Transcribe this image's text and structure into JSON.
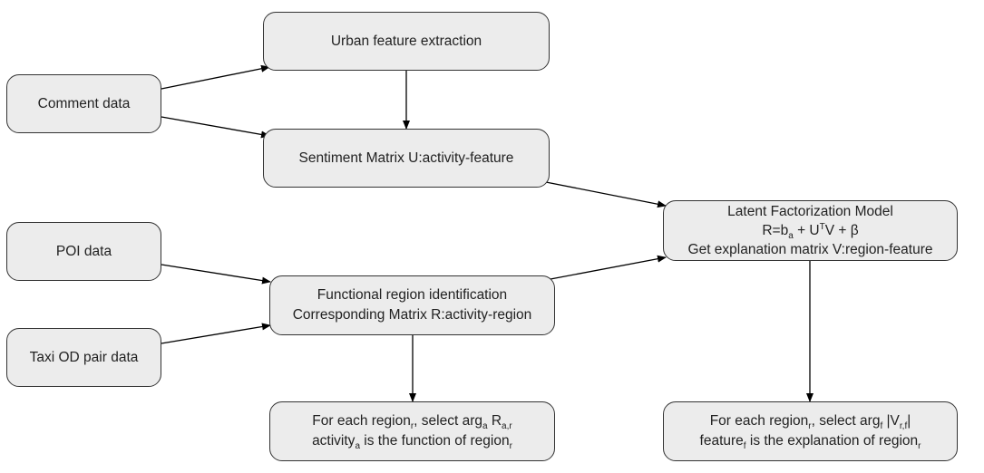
{
  "nodes": {
    "comment": {
      "label": "Comment data"
    },
    "urban": {
      "label": "Urban feature extraction"
    },
    "sentiment": {
      "label": "Sentiment Matrix U:activity-feature"
    },
    "poi": {
      "label": "POI data"
    },
    "taxi": {
      "label": "Taxi  OD pair data"
    },
    "functional": {
      "line1": "Functional region identification",
      "line2": "Corresponding Matrix R:activity-region"
    },
    "latent": {
      "line1": "Latent Factorization Model",
      "eq_r": "R=b",
      "eq_a": "a",
      "eq_plus_u": " + U",
      "eq_t": "T",
      "eq_rest": "V + β",
      "line3": "Get explanation matrix V:region-feature"
    },
    "out_left": {
      "l1_a": "For each region",
      "l1_r": "r",
      "l1_b": ", select arg",
      "l1_sa": "a",
      "l1_c": " R",
      "l1_ar": "a,r",
      "l2_a": "activity",
      "l2_sa": "a",
      "l2_b": " is the function of region",
      "l2_r": "r"
    },
    "out_right": {
      "l1_a": "For each region",
      "l1_r": "r",
      "l1_b": ", select arg",
      "l1_sf": "f",
      "l1_c": " |V",
      "l1_rf": "r,f",
      "l1_d": "|",
      "l2_a": "feature",
      "l2_sf": "f",
      "l2_b": " is the explanation of region",
      "l2_r": "r"
    }
  },
  "edges": [
    {
      "from": "comment",
      "to": "urban"
    },
    {
      "from": "comment",
      "to": "sentiment"
    },
    {
      "from": "urban",
      "to": "sentiment"
    },
    {
      "from": "sentiment",
      "to": "latent"
    },
    {
      "from": "poi",
      "to": "functional"
    },
    {
      "from": "taxi",
      "to": "functional"
    },
    {
      "from": "functional",
      "to": "latent"
    },
    {
      "from": "functional",
      "to": "out_left"
    },
    {
      "from": "latent",
      "to": "out_right"
    }
  ],
  "colors": {
    "box_fill": "#ececec",
    "stroke": "#333333",
    "arrow": "#000000"
  }
}
